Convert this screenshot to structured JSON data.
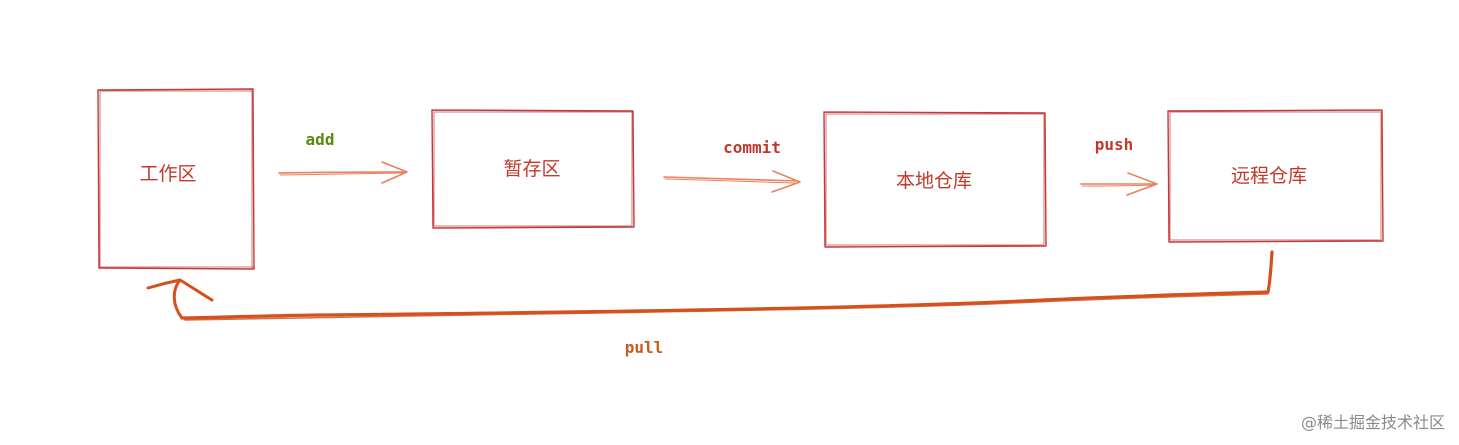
{
  "diagram": {
    "nodes": [
      {
        "id": "workspace",
        "label": "工作区"
      },
      {
        "id": "staging",
        "label": "暂存区"
      },
      {
        "id": "local-repo",
        "label": "本地仓库"
      },
      {
        "id": "remote-repo",
        "label": "远程仓库"
      }
    ],
    "edges": [
      {
        "id": "add",
        "from": "workspace",
        "to": "staging",
        "label": "add"
      },
      {
        "id": "commit",
        "from": "staging",
        "to": "local-repo",
        "label": "commit"
      },
      {
        "id": "push",
        "from": "local-repo",
        "to": "remote-repo",
        "label": "push"
      },
      {
        "id": "pull",
        "from": "remote-repo",
        "to": "workspace",
        "label": "pull"
      }
    ]
  },
  "colors": {
    "box_stroke": "#c0393b",
    "box_text": "#c0392b",
    "arrow_light": "#e8825f",
    "arrow_pull": "#d4511e",
    "label_add": "#5a8a10",
    "label_commit": "#c0392b",
    "label_push": "#c0392b",
    "label_pull": "#c75a1e",
    "watermark": "#8a8a8a"
  },
  "watermark": "@稀土掘金技术社区"
}
